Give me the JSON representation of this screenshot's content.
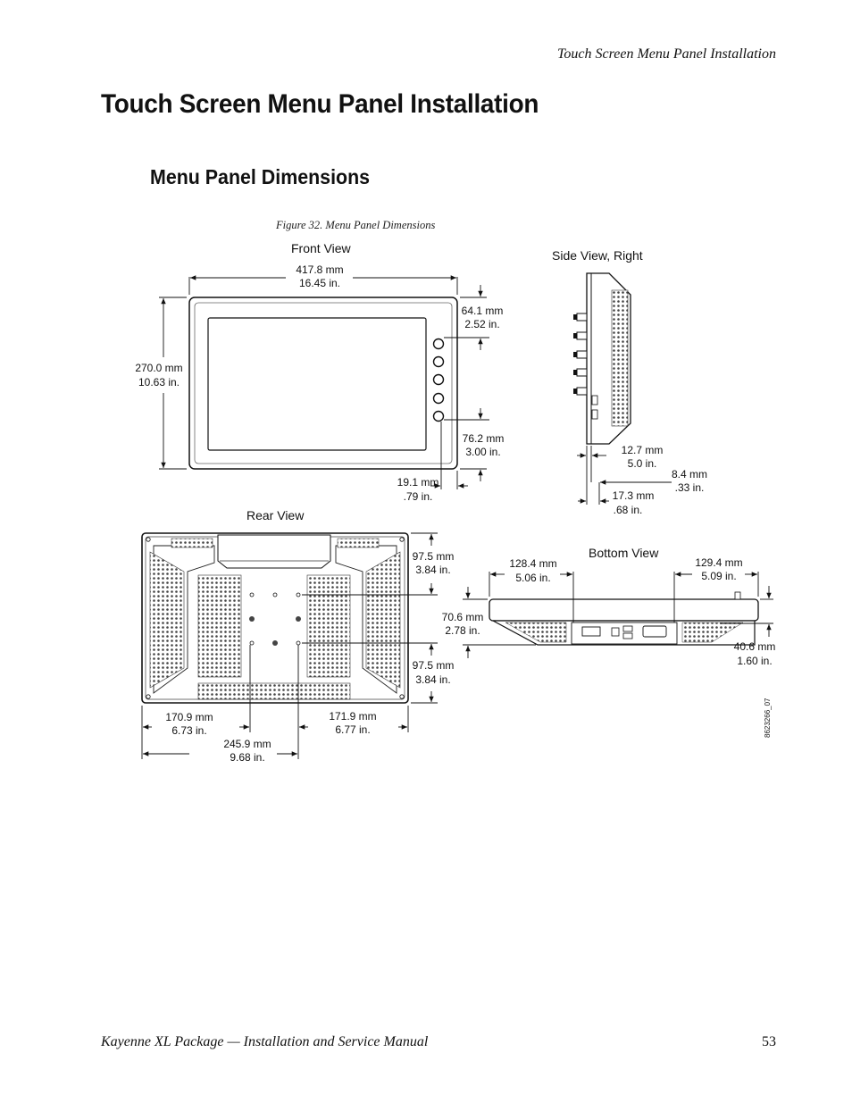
{
  "header": {
    "running_head": "Touch Screen Menu Panel Installation"
  },
  "page_title": "Touch Screen Menu Panel Installation",
  "section_title": "Menu Panel Dimensions",
  "figure": {
    "caption": "Figure 32.  Menu Panel Dimensions",
    "views": {
      "front": "Front View",
      "side": "Side View, Right",
      "rear": "Rear View",
      "bottom": "Bottom View"
    },
    "front_dims": {
      "width_mm": "417.8 mm",
      "width_in": "16.45 in.",
      "height_mm": "270.0 mm",
      "height_in": "10.63 in.",
      "top_btn_mm": "64.1 mm",
      "top_btn_in": "2.52 in.",
      "bot_btn_mm": "76.2 mm",
      "bot_btn_in": "3.00 in.",
      "right_mm": "19.1 mm",
      "right_in": ".79 in."
    },
    "side_dims": {
      "a_mm": "12.7 mm",
      "a_in": "5.0 in.",
      "b_mm": "8.4 mm",
      "b_in": ".33 in.",
      "c_mm": "17.3 mm",
      "c_in": ".68 in."
    },
    "rear_dims": {
      "top_mm": "97.5 mm",
      "top_in": "3.84 in.",
      "bot_mm": "97.5 mm",
      "bot_in": "3.84 in.",
      "left_mm": "170.9 mm",
      "left_in": "6.73 in.",
      "right_mm": "171.9 mm",
      "right_in": "6.77 in.",
      "mid_mm": "245.9 mm",
      "mid_in": "9.68 in."
    },
    "bottom_dims": {
      "left_mm": "128.4 mm",
      "left_in": "5.06 in.",
      "right_mm": "129.4 mm",
      "right_in": "5.09 in.",
      "height_mm": "70.6 mm",
      "height_in": "2.78 in.",
      "depth_mm": "40.6 mm",
      "depth_in": "1.60 in."
    },
    "drawing_id": "8623266_07"
  },
  "footer": {
    "manual_title": "Kayenne XL Package  —  Installation and Service Manual",
    "page_number": "53"
  }
}
